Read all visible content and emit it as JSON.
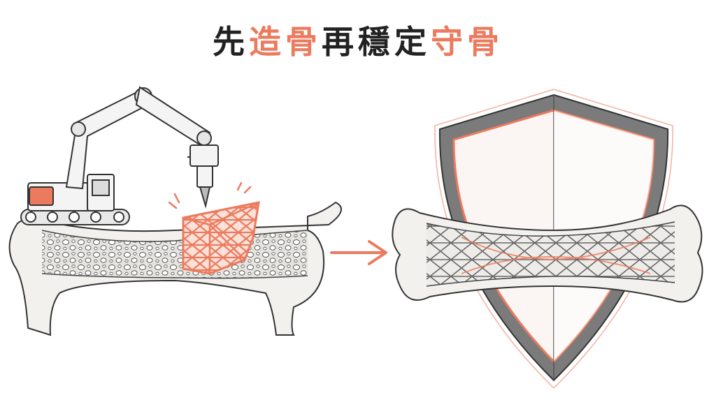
{
  "title": {
    "segments": [
      {
        "text": "先",
        "emphasis": false
      },
      {
        "text": "造骨",
        "emphasis": true
      },
      {
        "text": "再穩定",
        "emphasis": false
      },
      {
        "text": "守骨",
        "emphasis": true
      }
    ]
  },
  "colors": {
    "accent": "#ec7a5e",
    "ink": "#222222",
    "bone": "#f2f1ee",
    "shield_frame": "#6b6b6b"
  },
  "icons": {
    "left": [
      "robot-arm-excavator-icon",
      "bone-icon",
      "lattice-scaffold-icon"
    ],
    "center": "arrow-right-icon",
    "right": [
      "shield-icon",
      "bone-icon"
    ]
  }
}
